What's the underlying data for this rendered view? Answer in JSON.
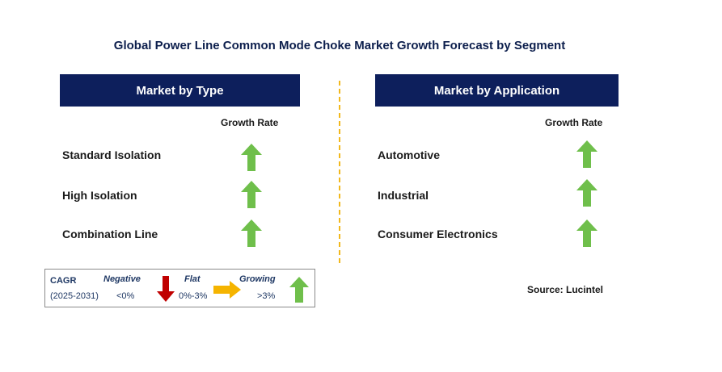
{
  "title": "Global Power Line Common Mode Choke Market Growth Forecast by Segment",
  "colors": {
    "header_bg": "#0d1f5c",
    "divider": "#f2b81d",
    "growing_arrow": "#6fbf4b",
    "negative_arrow": "#c00000",
    "flat_arrow": "#f5b400"
  },
  "left_panel": {
    "header": "Market by Type",
    "growth_label": "Growth Rate",
    "rows": [
      {
        "label": "Standard Isolation",
        "trend": "growing"
      },
      {
        "label": "High Isolation",
        "trend": "growing"
      },
      {
        "label": "Combination Line",
        "trend": "growing"
      }
    ]
  },
  "right_panel": {
    "header": "Market by Application",
    "growth_label": "Growth Rate",
    "rows": [
      {
        "label": "Automotive",
        "trend": "growing"
      },
      {
        "label": "Industrial",
        "trend": "growing"
      },
      {
        "label": "Consumer Electronics",
        "trend": "growing"
      }
    ]
  },
  "legend": {
    "cagr_label": "CAGR",
    "period": "(2025-2031)",
    "negative_label": "Negative",
    "negative_range": "<0%",
    "flat_label": "Flat",
    "flat_range": "0%-3%",
    "growing_label": "Growing",
    "growing_range": ">3%"
  },
  "source": "Source: Lucintel"
}
